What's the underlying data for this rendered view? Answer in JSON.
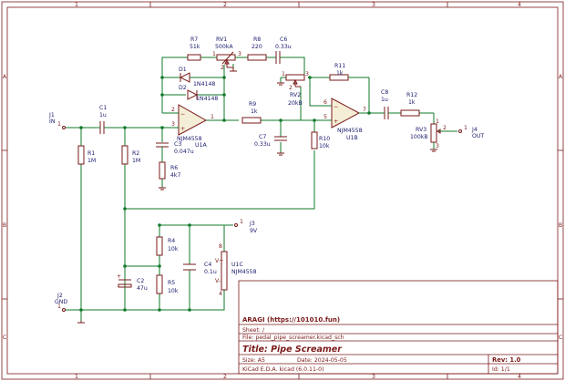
{
  "border": {
    "col_labels": [
      "1",
      "2",
      "3",
      "4"
    ],
    "row_labels": [
      "A",
      "B",
      "C"
    ]
  },
  "components": {
    "j1": {
      "ref": "J1",
      "value": "IN",
      "pin": "1"
    },
    "j2": {
      "ref": "J2",
      "value": "GND",
      "pin": "1"
    },
    "j3": {
      "ref": "J3",
      "value": "9V",
      "pin": "1"
    },
    "j4": {
      "ref": "J4",
      "value": "OUT",
      "pin": "1"
    },
    "c1": {
      "ref": "C1",
      "value": "1u"
    },
    "c2": {
      "ref": "C2",
      "value": "47u"
    },
    "c3": {
      "ref": "C3",
      "value": "0.047u"
    },
    "c4": {
      "ref": "C4",
      "value": "0.1u"
    },
    "c6": {
      "ref": "C6",
      "value": "0.33u"
    },
    "c7": {
      "ref": "C7",
      "value": "0.33u"
    },
    "c8": {
      "ref": "C8",
      "value": "1u"
    },
    "r1": {
      "ref": "R1",
      "value": "1M"
    },
    "r2": {
      "ref": "R2",
      "value": "1M"
    },
    "r4": {
      "ref": "R4",
      "value": "10k"
    },
    "r5": {
      "ref": "R5",
      "value": "10k"
    },
    "r6": {
      "ref": "R6",
      "value": "4k7"
    },
    "r7": {
      "ref": "R7",
      "value": "51k"
    },
    "r8": {
      "ref": "R8",
      "value": "220"
    },
    "r9": {
      "ref": "R9",
      "value": "1k"
    },
    "r10": {
      "ref": "R10",
      "value": "10k"
    },
    "r11": {
      "ref": "R11",
      "value": "1k"
    },
    "r12": {
      "ref": "R12",
      "value": "1k"
    },
    "rv1": {
      "ref": "RV1",
      "value": "500kA"
    },
    "rv2": {
      "ref": "RV2",
      "value": "20kB"
    },
    "rv3": {
      "ref": "RV3",
      "value": "100kB"
    },
    "d1": {
      "ref": "D1",
      "value": "1N4148"
    },
    "d2": {
      "ref": "D2",
      "value": "1N4148"
    },
    "u1a": {
      "ref": "U1A",
      "value": "NJM4558",
      "pins": [
        "2",
        "3",
        "1"
      ]
    },
    "u1b": {
      "ref": "U1B",
      "value": "NJM4558",
      "pins": [
        "6",
        "5",
        "7"
      ]
    },
    "u1c": {
      "ref": "U1C",
      "value": "NJM4558",
      "pins": [
        "8",
        "4"
      ],
      "vplus": "V+",
      "vminus": "V-"
    }
  },
  "pin_numbers": {
    "rv1_a": "1",
    "rv1_b": "3",
    "rv1_w": "2",
    "rv2_a": "1",
    "rv2_b": "3",
    "rv2_w": "2",
    "rv3_a": "1",
    "rv3_b": "3",
    "rv3_w": "2",
    "op_minus": "−",
    "op_plus": "+"
  },
  "title_block": {
    "company": "ARAGI  (https://101010.fun)",
    "sheet": "Sheet: /",
    "file": "File: pedal_pipe_screamer.kicad_sch",
    "title": "Title: Pipe Screamer",
    "size": "Size: A5",
    "date": "Date: 2024-05-05",
    "rev": "Rev: 1.0",
    "tool": "KiCad E.D.A.  kicad (6.0.11-0)",
    "id": "Id: 1/1"
  }
}
